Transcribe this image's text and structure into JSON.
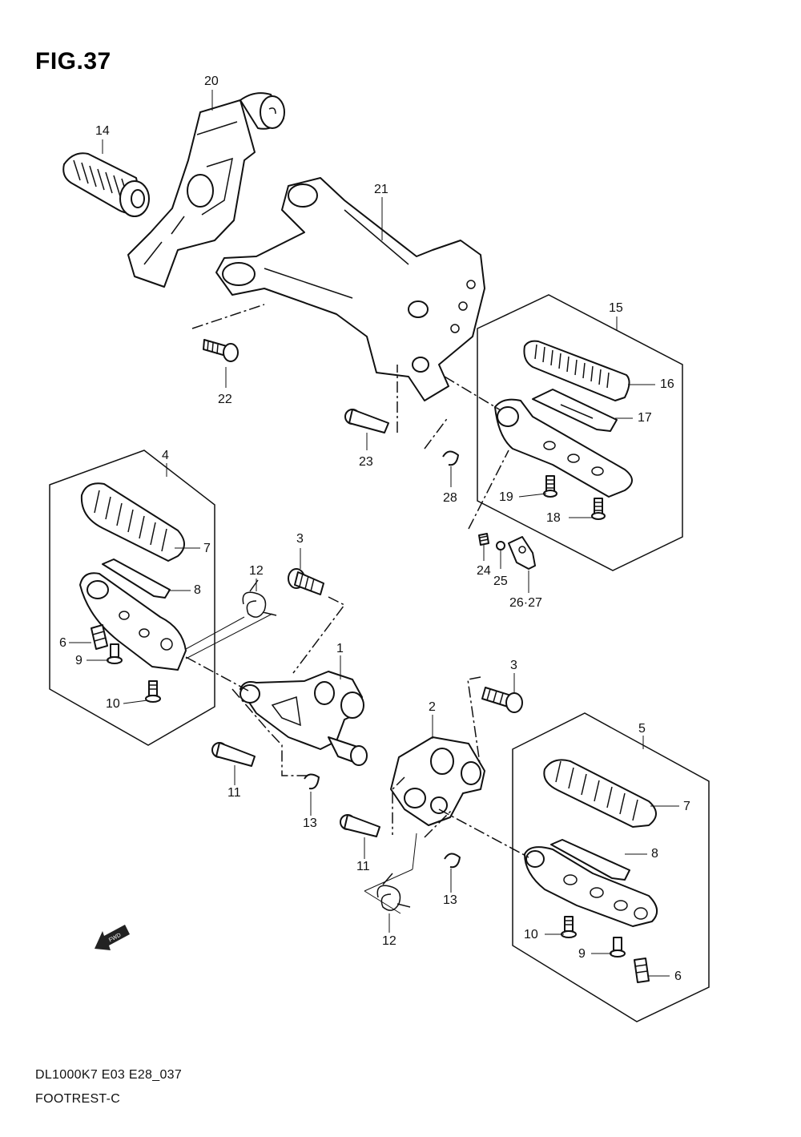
{
  "figure": {
    "title": "FIG.37",
    "code": "DL1000K7 E03 E28_037",
    "name": "FOOTREST-C"
  },
  "callouts": {
    "c20": "20",
    "c14": "14",
    "c21": "21",
    "c22": "22",
    "c23": "23",
    "c28": "28",
    "c15": "15",
    "c16": "16",
    "c17": "17",
    "c19": "19",
    "c18": "18",
    "c24": "24",
    "c25": "25",
    "c2627": "26·27",
    "c4": "4",
    "c7a": "7",
    "c8a": "8",
    "c6a": "6",
    "c9a": "9",
    "c10a": "10",
    "c3a": "3",
    "c12a": "12",
    "c1": "1",
    "c11a": "11",
    "c13a": "13",
    "c3b": "3",
    "c2": "2",
    "c5": "5",
    "c7b": "7",
    "c8b": "8",
    "c11b": "11",
    "c13b": "13",
    "c12b": "12",
    "c10b": "10",
    "c9b": "9",
    "c6b": "6"
  },
  "icons": {
    "fwd": "FWD"
  }
}
